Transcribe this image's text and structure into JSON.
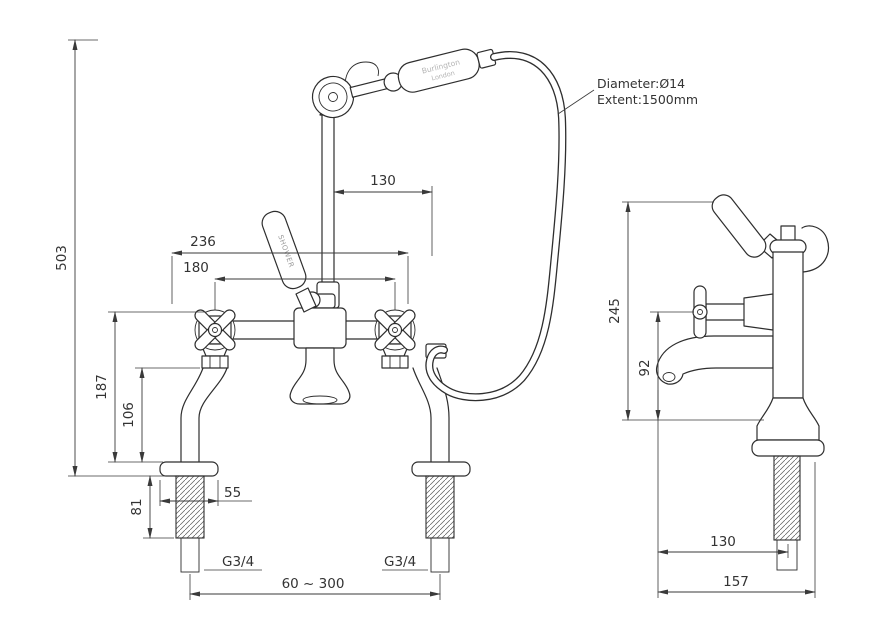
{
  "note": {
    "line1": "Diameter:Ø14",
    "line2": "Extent:1500mm"
  },
  "brand": {
    "line1": "Burlington",
    "line2": "London"
  },
  "lever_label": "SHOWER",
  "front": {
    "dim503": "503",
    "dim130": "130",
    "dim236": "236",
    "dim180": "180",
    "dim187": "187",
    "dim106": "106",
    "dim81": "81",
    "dim55": "55",
    "thread_left": "G3/4",
    "thread_right": "G3/4",
    "range": "60 ~ 300"
  },
  "side": {
    "dim245": "245",
    "dim92": "92",
    "dim130": "130",
    "dim157": "157"
  },
  "colors": {
    "line": "#2e2e2e",
    "dimension": "#3a3a3a",
    "background": "#ffffff",
    "muted_text": "#9a9a9a"
  }
}
